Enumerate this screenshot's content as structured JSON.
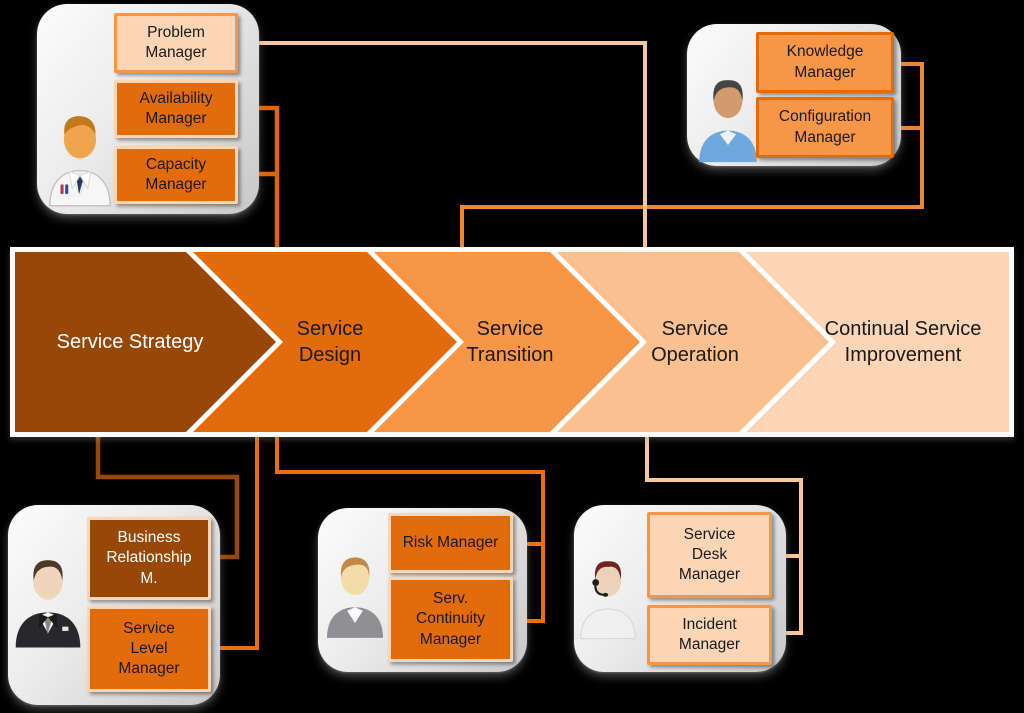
{
  "colors": {
    "page_bg": "#000000",
    "band_border": "#FFFFFF",
    "box_peach_bg": "#FBD5B5",
    "box_peach_border": "#F79646",
    "box_orange_bg": "#E36C0A",
    "box_orange_border": "#FBD5B5",
    "box_mid_bg": "#F79646",
    "box_mid_border": "#E36C0A",
    "box_brown_bg": "#974806",
    "box_brown_border": "#FBD5B5",
    "connector_light": "#F9C697",
    "connector_mid": "#F0862D",
    "connector_orange": "#E8710E",
    "connector_dark_orange": "#DB650A",
    "connector_brown": "#974806",
    "text_dark": "#1A1A1A",
    "text_light": "#FFFFFF"
  },
  "band": {
    "stages": [
      {
        "label": "Service Strategy",
        "fill": "#974806",
        "text_color": "#FFFFFF"
      },
      {
        "label": "Service Design",
        "fill": "#E36C0A",
        "text_color": "#1A1A1A"
      },
      {
        "label": "Service Transition",
        "fill": "#F79646",
        "text_color": "#1A1A1A"
      },
      {
        "label": "Service Operation",
        "fill": "#FAC090",
        "text_color": "#1A1A1A"
      },
      {
        "label": "Continual Service Improvement",
        "fill": "#FBD5B5",
        "text_color": "#1A1A1A"
      }
    ]
  },
  "cards": {
    "top_left": {
      "persona": "doctor-icon",
      "boxes": [
        {
          "label": "Problem Manager",
          "style": "peach"
        },
        {
          "label": "Availability Manager",
          "style": "orange"
        },
        {
          "label": "Capacity Manager",
          "style": "orange"
        }
      ]
    },
    "top_right": {
      "persona": "technician-icon",
      "boxes": [
        {
          "label": "Knowledge Manager",
          "style": "mid"
        },
        {
          "label": "Configuration Manager",
          "style": "mid"
        }
      ]
    },
    "bottom_left": {
      "persona": "businessman-icon",
      "boxes": [
        {
          "label": "Business Relationship M.",
          "style": "brown"
        },
        {
          "label": "Service Level Manager",
          "style": "orange"
        }
      ]
    },
    "bottom_middle": {
      "persona": "consultant-icon",
      "boxes": [
        {
          "label": "Risk Manager",
          "style": "orange"
        },
        {
          "label": "Serv. Continuity Manager",
          "style": "orange"
        }
      ]
    },
    "bottom_right": {
      "persona": "support-agent-icon",
      "boxes": [
        {
          "label": "Service Desk Manager",
          "style": "peach"
        },
        {
          "label": "Incident Manager",
          "style": "peach"
        }
      ]
    }
  },
  "connections": [
    {
      "from": "Problem Manager",
      "to": "Service Operation"
    },
    {
      "from": "Availability Manager",
      "to": "Service Design"
    },
    {
      "from": "Capacity Manager",
      "to": "Service Design"
    },
    {
      "from": "Knowledge Manager",
      "to": "Service Transition"
    },
    {
      "from": "Configuration Manager",
      "to": "Service Transition"
    },
    {
      "from": "Business Relationship M.",
      "to": "Service Strategy"
    },
    {
      "from": "Service Level Manager",
      "to": "Service Design"
    },
    {
      "from": "Risk Manager",
      "to": "Service Design"
    },
    {
      "from": "Serv. Continuity Manager",
      "to": "Service Design"
    },
    {
      "from": "Service Desk Manager",
      "to": "Service Operation"
    },
    {
      "from": "Incident Manager",
      "to": "Service Operation"
    }
  ]
}
